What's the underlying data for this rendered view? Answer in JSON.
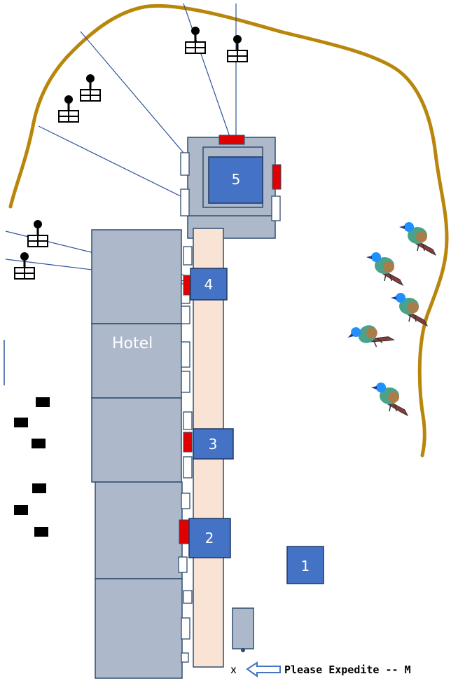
{
  "colors": {
    "ridge": "#b8860b",
    "building": "#adb9ca",
    "building_stroke": "#2f4f6f",
    "walkway": "#f8e3d5",
    "unit_fill": "#4472c4",
    "unit_stroke": "#1f3864",
    "red_marker": "#e00000",
    "sight_line": "#2f5597",
    "arrow": "#4472c4",
    "text_dark": "#000000",
    "text_light": "#ffffff"
  },
  "icons": {
    "sniper": "tripod-scope-icon",
    "bird": "peacock-bird-icon",
    "vehicle": "black-square-vehicle-icon",
    "arrow": "left-arrow-icon"
  },
  "labels": {
    "hotel": "Hotel",
    "unit_1": "1",
    "unit_2": "2",
    "unit_3": "3",
    "unit_4": "4",
    "unit_5": "5",
    "x_mark": "x",
    "note": "Please Expedite -- M"
  }
}
